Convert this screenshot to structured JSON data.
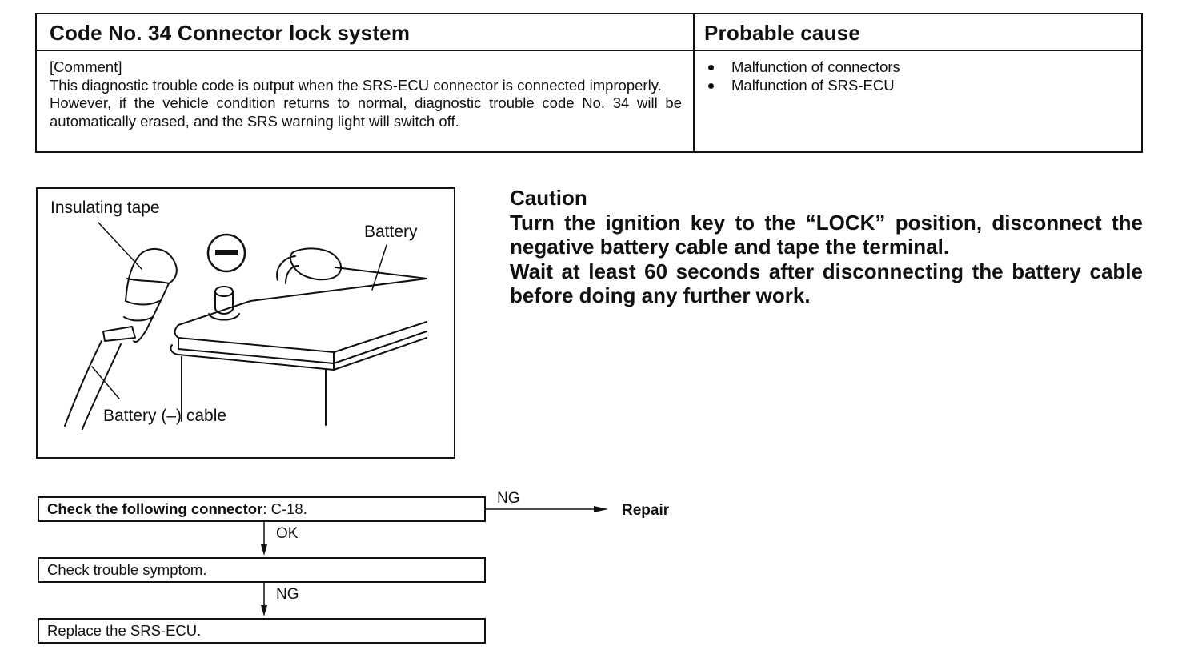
{
  "table": {
    "header_code": "Code No. 34 Connector lock system",
    "header_cause": "Probable cause",
    "comment_title": "[Comment]",
    "comment_text_1": "This diagnostic trouble code is output when the SRS-ECU connector is connected improperly.",
    "comment_text_2": "However, if the vehicle condition returns to normal, diagnostic trouble code No. 34 will be automatically erased, and the SRS warning light will switch off.",
    "causes": [
      "Malfunction of connectors",
      "Malfunction of SRS-ECU"
    ]
  },
  "illustration": {
    "label_tape": "Insulating tape",
    "label_battery": "Battery",
    "label_cable": "Battery (–) cable",
    "minus_symbol": "−"
  },
  "caution": {
    "title": "Caution",
    "line_1": "Turn the ignition key to the “LOCK” position, disconnect the negative battery cable and tape the terminal.",
    "line_2": "Wait at least 60 seconds after disconnecting the battery cable before doing any further work."
  },
  "flowchart": {
    "step_1_bold": "Check the following connector",
    "step_1_rest": ": C-18.",
    "step_2": "Check trouble symptom.",
    "step_3": "Replace the SRS-ECU.",
    "ng_label_1": "NG",
    "ok_label": "OK",
    "ng_label_2": "NG",
    "repair_label": "Repair"
  }
}
